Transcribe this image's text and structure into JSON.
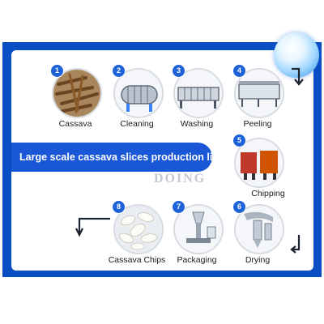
{
  "title": "Large scale cassava slices production line",
  "watermark": "DOING",
  "colors": {
    "frame": "#0a4ec4",
    "banner": "#1a57d6",
    "badge": "#1e62d8"
  },
  "steps": [
    {
      "number": "1",
      "label": "Cassava",
      "icon": "cassava-roots-image"
    },
    {
      "number": "2",
      "label": "Cleaning",
      "icon": "cleaning-machine-image"
    },
    {
      "number": "3",
      "label": "Washing",
      "icon": "washing-machine-image"
    },
    {
      "number": "4",
      "label": "Peeling",
      "icon": "peeling-machine-image"
    },
    {
      "number": "5",
      "label": "Chipping",
      "icon": "chipping-machine-image"
    },
    {
      "number": "6",
      "label": "Drying",
      "icon": "dryer-tower-image"
    },
    {
      "number": "7",
      "label": "Packaging",
      "icon": "packaging-machine-image"
    },
    {
      "number": "8",
      "label": "Cassava Chips",
      "icon": "cassava-chips-image"
    }
  ]
}
